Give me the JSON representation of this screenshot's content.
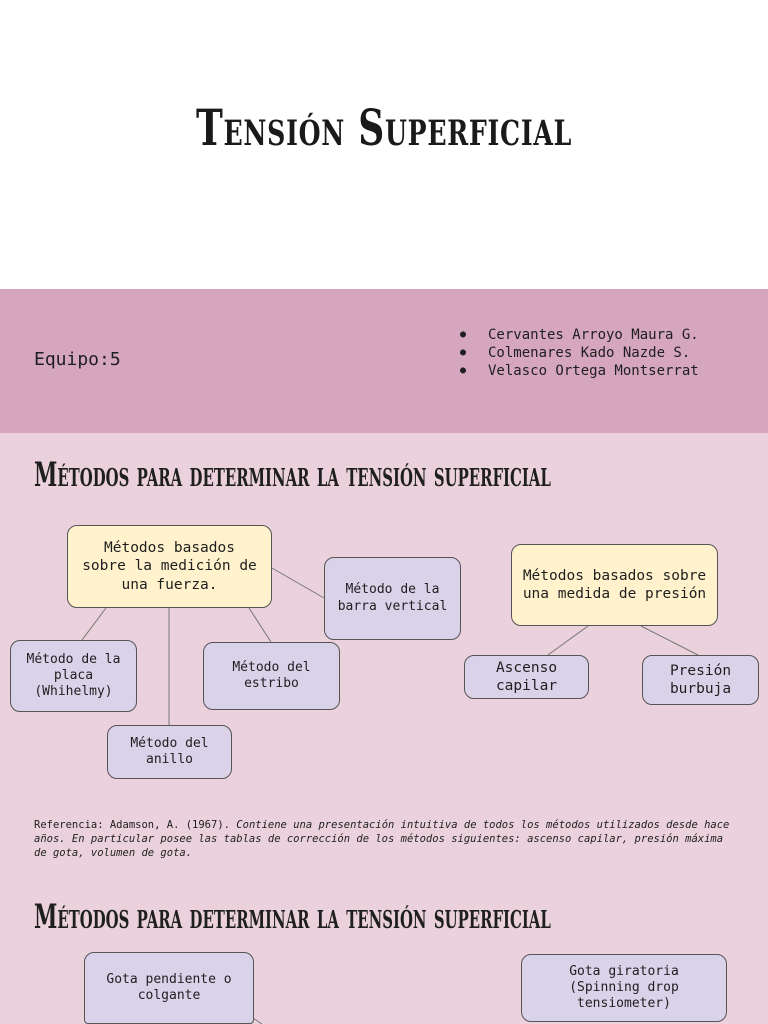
{
  "cover": {
    "title": "Tensión Superficial"
  },
  "team": {
    "label": "Equipo:5",
    "members": [
      "Cervantes Arroyo Maura G.",
      "Colmenares Kado Nazde S.",
      "Velasco Ortega Montserrat"
    ]
  },
  "section1": {
    "heading": "Métodos para determinar la tensión superficial",
    "force_methods": "Métodos basados sobre la medición de una fuerza.",
    "bar_method": "Método de la barra vertical",
    "plate_method": "Método de la placa (Whihelmy)",
    "stirrup_method": "Método del estribo",
    "ring_method": "Método del anillo",
    "pressure_methods": "Métodos basados sobre una medida de presión",
    "capillary_rise": "Ascenso capilar",
    "bubble_pressure": "Presión burbuja",
    "reference_plain": "Referencia: Adamson, A. (1967). ",
    "reference_italic": "Contiene una presentación intuitiva de todos los métodos utilizados desde hace años. En particular posee las tablas de corrección de los métodos siguientes: ascenso capilar, presión máxima de gota, volumen de gota."
  },
  "section2": {
    "heading": "Métodos para determinar la tensión superficial",
    "pendant_drop": "Gota pendiente o colgante",
    "spinning_drop": "Gota giratoria (Spinning drop tensiometer)"
  },
  "colors": {
    "band": "#d5a6bd",
    "slide_bg": "#ead1dc",
    "yellow_box": "#fff2cc",
    "lavender_box": "#d9d2e9"
  }
}
